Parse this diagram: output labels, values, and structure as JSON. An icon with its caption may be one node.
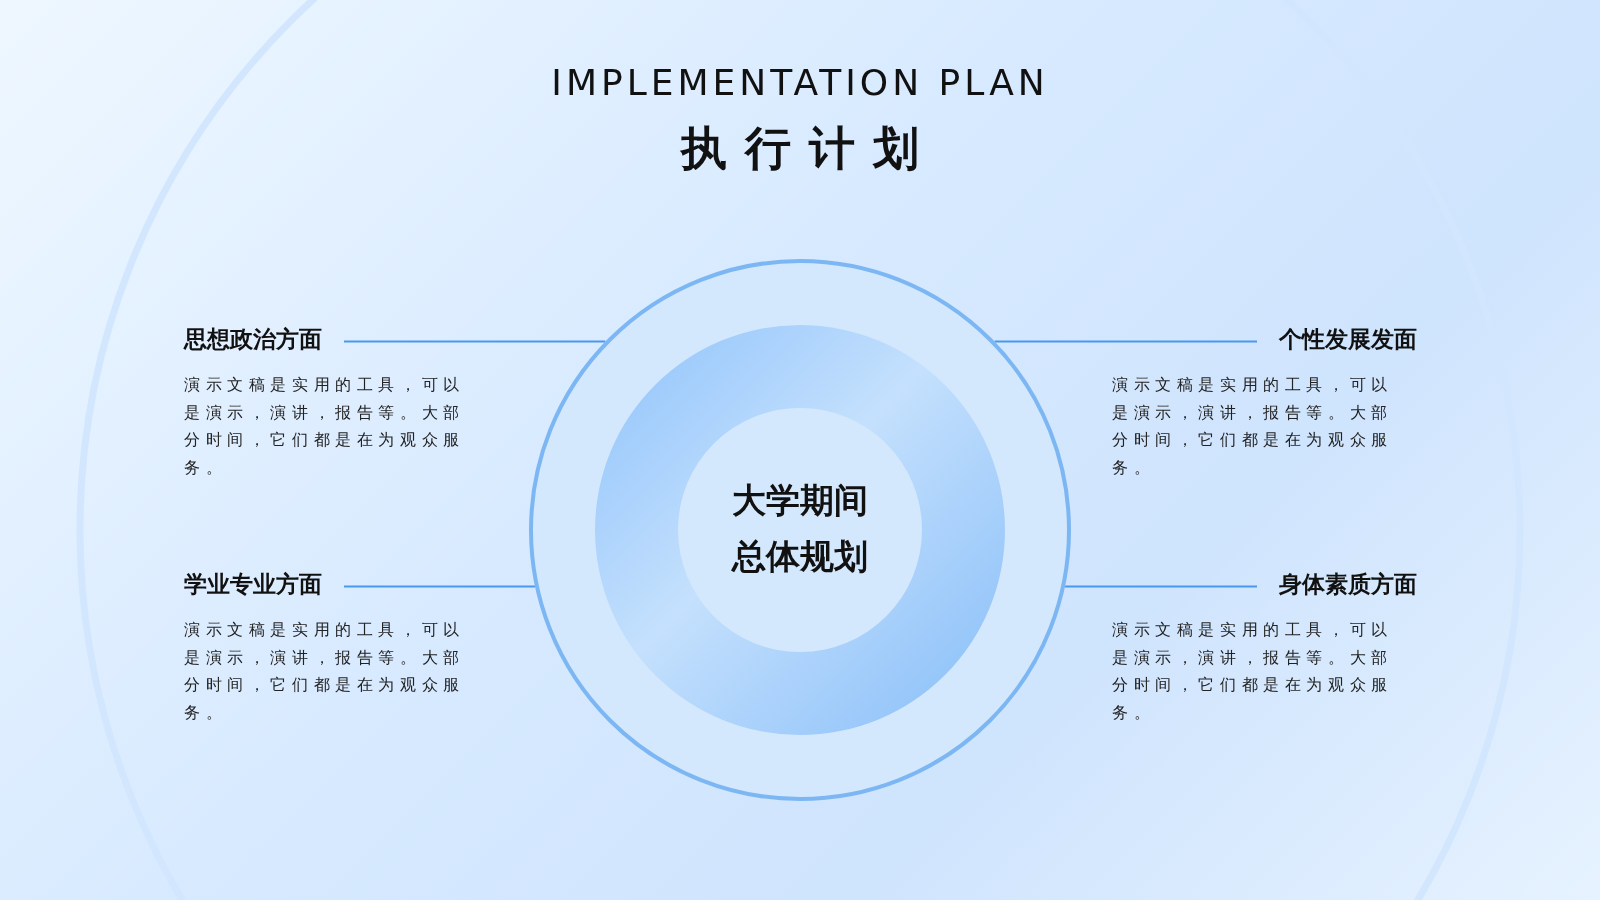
{
  "diagram": {
    "title": "执行计划",
    "nodes": [
      {
        "text": [],
        "shape": "circle"
      },
      {
        "text": [
          "大学期间总体规划"
        ],
        "in": 0
      },
      {
        "text": [
          "思想政治方面",
          "演示文稿是实用的工具，可以是演示，演讲，报告等。大部分时间，它们都是在为观众服务。"
        ]
      },
      {
        "text": [
          "个性发展发面",
          "演示文稿是实用的工具，可以是演示，演讲，报告等。大部分时间，它们都是在为观众服务。"
        ]
      },
      {
        "text": [
          "学业专业方面",
          "演示文稿是实用的工具，可以是演示，演讲，报告等。大部分时间，它们都是在为观众服务。"
        ]
      },
      {
        "text": [
          "身体素质方面",
          "演示文稿是实用的工具，可以是演示，演讲，报告等。大部分时间，它们都是在为观众服务。"
        ]
      }
    ],
    "edges": [
      {
        "from": 2,
        "to": 0,
        "arrow": "none"
      },
      {
        "from": 3,
        "to": 0,
        "arrow": "none"
      },
      {
        "from": 4,
        "to": 0,
        "arrow": "none"
      },
      {
        "from": 5,
        "to": 0,
        "arrow": "none"
      }
    ],
    "labels": [
      "IMPLEMENTATION PLAN"
    ]
  }
}
